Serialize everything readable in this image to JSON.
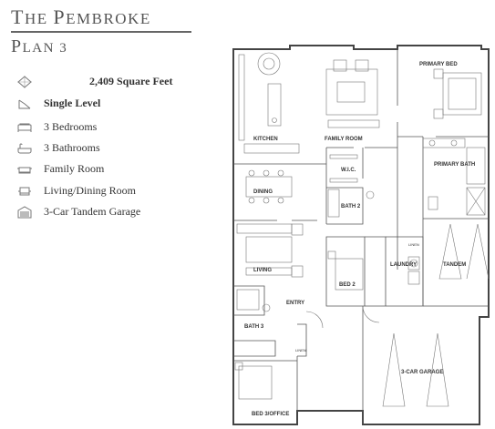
{
  "header": {
    "title_initial": "T",
    "title_rest": "HE ",
    "title_initial2": "P",
    "title_rest2": "EMBROKE",
    "plan_initial": "P",
    "plan_rest": "LAN 3"
  },
  "features": [
    {
      "icon": "area-icon",
      "label": "2,409 Square Feet",
      "bold": true
    },
    {
      "icon": "stairs-icon",
      "label": "Single Level",
      "bold": true
    },
    {
      "icon": "bed-icon",
      "label": "3 Bedrooms",
      "bold": false
    },
    {
      "icon": "bathtub-icon",
      "label": "3 Bathrooms",
      "bold": false
    },
    {
      "icon": "sofa-icon",
      "label": "Family Room",
      "bold": false
    },
    {
      "icon": "armchair-icon",
      "label": "Living/Dining Room",
      "bold": false
    },
    {
      "icon": "garage-icon",
      "label": "3-Car Tandem Garage",
      "bold": false
    }
  ],
  "rooms": {
    "kitchen": "KITCHEN",
    "family_room": "FAMILY ROOM",
    "primary_bed": "PRIMARY BED",
    "wic": "W.I.C.",
    "primary_bath": "PRIMARY BATH",
    "dining": "DINING",
    "bath2": "BATH 2",
    "linen": "LINEN",
    "living": "LIVING",
    "laundry": "LAUNDRY",
    "tandem": "TANDEM",
    "bed2": "BED 2",
    "entry": "ENTRY",
    "bath3": "BATH 3",
    "linen2": "LINEN",
    "garage": "3-CAR GARAGE",
    "bed3": "BED 3/OFFICE"
  }
}
